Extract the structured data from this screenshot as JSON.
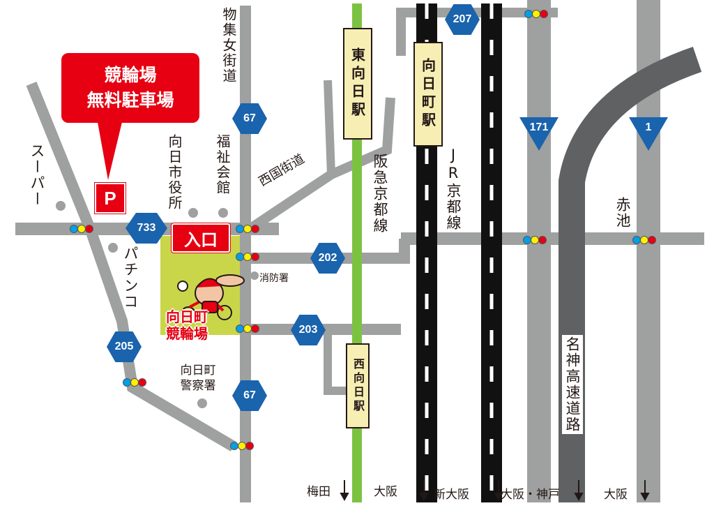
{
  "colors": {
    "road": "#9fa0a0",
    "rail_black": "#111111",
    "rail_green": "#7cc242",
    "route_blue": "#1a63ad",
    "venue_yellow": "#c9d64a",
    "accent_red": "#e60012",
    "station_fill": "#f7eeb4",
    "light_blue": "#00a0e9",
    "light_yellow": "#fff100",
    "light_red": "#e60012"
  },
  "callout": {
    "line1": "競輪場",
    "line2": "無料駐車場"
  },
  "parking_label": "P",
  "entrance_label": "入口",
  "venue_name": {
    "line1": "向日町",
    "line2": "競輪場"
  },
  "routes": {
    "r207": "207",
    "r67_top": "67",
    "r733": "733",
    "r202": "202",
    "r203": "203",
    "r205": "205",
    "r67_bottom": "67",
    "r171": "171",
    "r1": "1"
  },
  "stations": {
    "higashimuko": "東向日駅",
    "mukomachi": "向日町駅",
    "nishimuko": "西向日駅"
  },
  "places": {
    "butsu_street": "物集女街道",
    "city_hall": "向日市役所",
    "welfare_hall": "福祉会館",
    "supermarket": "スーパー",
    "pachinko": "パチンコ",
    "saigoku_street": "西国街道",
    "fire_station": "消防署",
    "police_station": "向日町警察署",
    "hankyu_line": "阪急京都線",
    "jr_line": "JR京都線",
    "akaike": "赤池",
    "meishin": "名神高速道路"
  },
  "directions": {
    "umeda": "梅田",
    "osaka1": "大阪",
    "shin_osaka": "新大阪",
    "osaka_kobe": "大阪・神戸",
    "osaka2": "大阪"
  }
}
